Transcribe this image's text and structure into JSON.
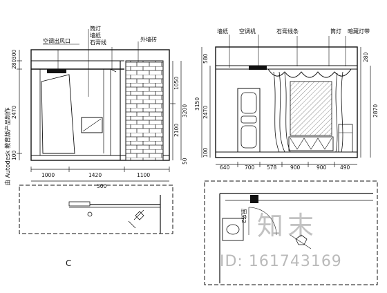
{
  "left_elevation": {
    "labels": {
      "ac_outlet": "空调出风口",
      "downlight": "筒灯",
      "wallpaper": "墙纸",
      "plaster_line": "石膏线",
      "brick": "外墙砖"
    },
    "dims_left": [
      "300",
      "280",
      "2470",
      "100"
    ],
    "dims_right": [
      "1050",
      "2100",
      "3200",
      "50"
    ],
    "dims_bottom": [
      "1000",
      "1420",
      "1100"
    ],
    "dim_overall": "300"
  },
  "right_elevation": {
    "labels": {
      "wallpaper": "墙纸",
      "ac_unit": "空调机",
      "plaster_strip": "石膏线条",
      "downlight": "筒灯",
      "curtain_box": "暗藏灯带"
    },
    "dims_left": [
      "580",
      "3150",
      "2470",
      "100"
    ],
    "dims_right": [
      "280",
      "2870"
    ],
    "dims_bottom": [
      "640",
      "700",
      "578",
      "900",
      "900",
      "490"
    ]
  },
  "plan_left_letter": "C",
  "plan_right_label": "厨房2",
  "side_watermark": "由 Autodesk 教育版产品制作",
  "watermark_logo": "知末",
  "watermark_id": "ID: 161743169"
}
